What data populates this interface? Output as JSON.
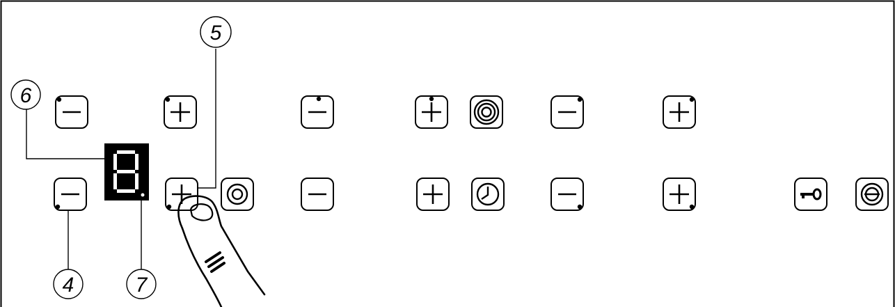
{
  "callouts": [
    {
      "id": "4",
      "label": "4"
    },
    {
      "id": "5",
      "label": "5"
    },
    {
      "id": "6",
      "label": "6"
    },
    {
      "id": "7",
      "label": "7"
    }
  ],
  "display": {
    "digit": "8"
  },
  "keys": {
    "row1": [
      {
        "name": "zone-1-minus-key",
        "icon": "minus-icon"
      },
      {
        "name": "zone-1-plus-key",
        "icon": "plus-icon"
      },
      {
        "name": "zone-3-minus-key",
        "icon": "minus-icon"
      },
      {
        "name": "zone-3-plus-key",
        "icon": "plus-icon"
      },
      {
        "name": "dual-zone-key",
        "icon": "dual-zone-icon"
      },
      {
        "name": "zone-5-minus-key",
        "icon": "minus-icon"
      },
      {
        "name": "zone-5-plus-key",
        "icon": "plus-icon"
      }
    ],
    "row2": [
      {
        "name": "zone-2-minus-key",
        "icon": "minus-icon"
      },
      {
        "name": "zone-2-plus-key",
        "icon": "plus-icon"
      },
      {
        "name": "zone-select-key",
        "icon": "zone-icon"
      },
      {
        "name": "zone-4-minus-key",
        "icon": "minus-icon"
      },
      {
        "name": "timer-plus-key",
        "icon": "plus-icon"
      },
      {
        "name": "timer-key",
        "icon": "clock-icon"
      },
      {
        "name": "zone-6-minus-key",
        "icon": "minus-icon"
      },
      {
        "name": "zone-6-plus-key",
        "icon": "plus-icon"
      },
      {
        "name": "lock-key",
        "icon": "key-icon"
      },
      {
        "name": "power-key",
        "icon": "power-icon"
      }
    ]
  },
  "illustration": {
    "icon": "finger-pressing-icon"
  }
}
